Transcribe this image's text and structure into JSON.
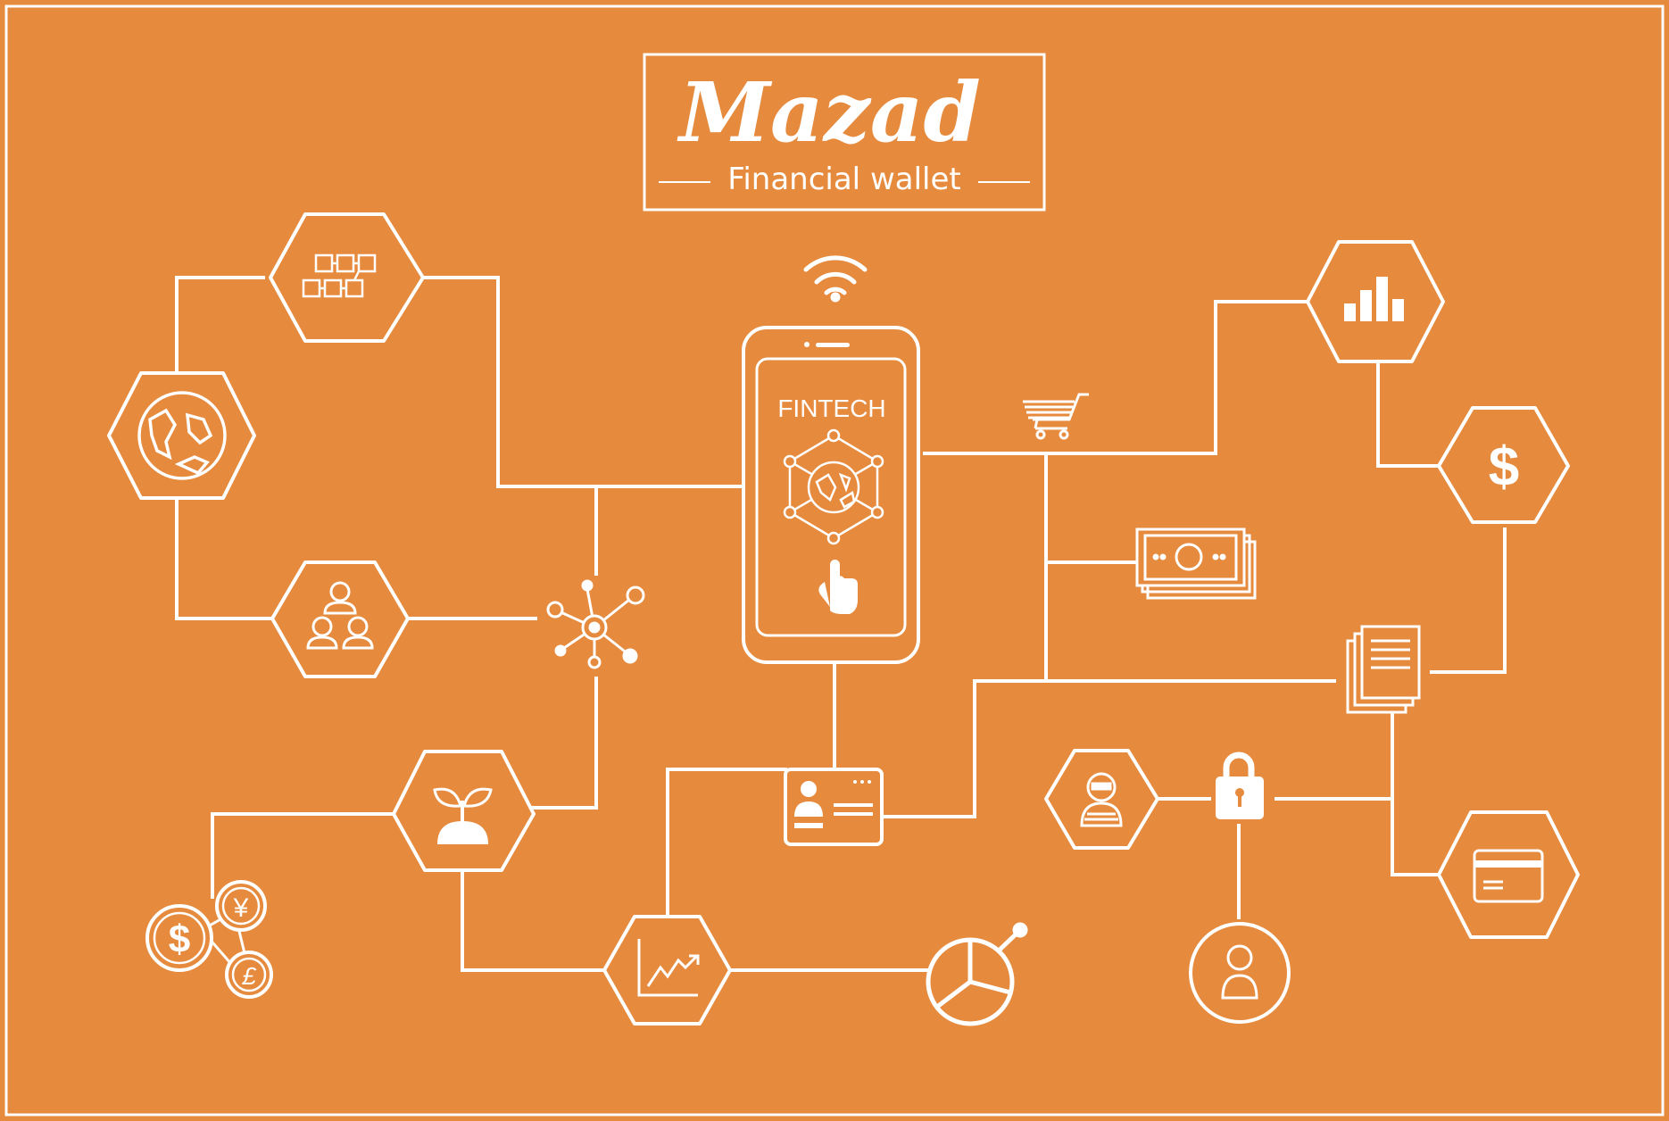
{
  "brand": {
    "logo_text": "Mazad",
    "subtitle": "Financial wallet"
  },
  "phone": {
    "screen_title": "FINTECH"
  },
  "colors": {
    "background": "#e68a3e",
    "line": "#ffffff"
  },
  "icons": {
    "currency_dollar": "$",
    "currency_yen": "¥",
    "currency_pound": "£",
    "dollar_hex": "$"
  }
}
